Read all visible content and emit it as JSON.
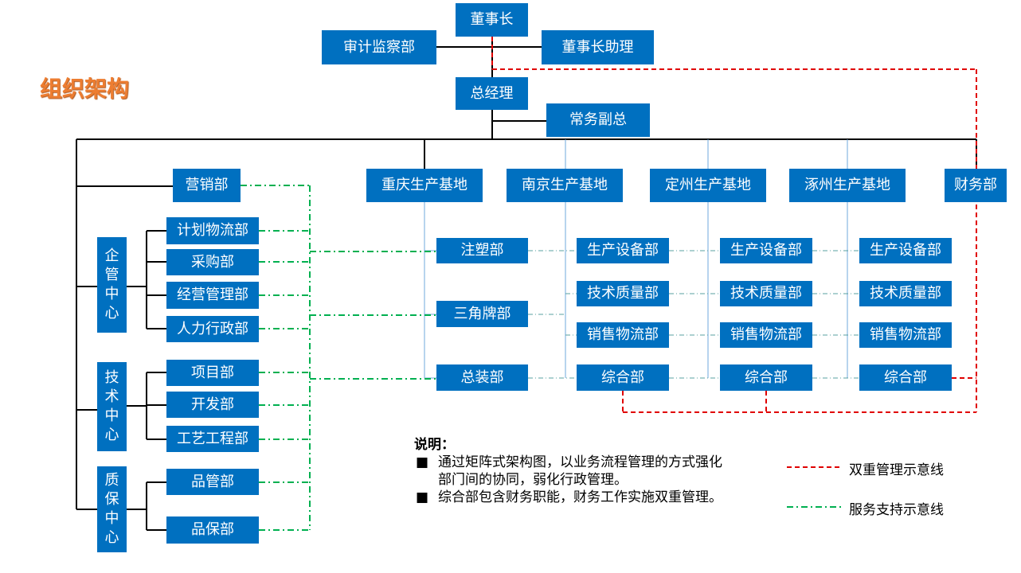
{
  "title": "组织架构",
  "boxes": {
    "chairman": "董事长",
    "audit": "审计监察部",
    "chairman_assistant": "董事长助理",
    "gm": "总经理",
    "vice_gm": "常务副总",
    "marketing": "营销部",
    "chongqing": "重庆生产基地",
    "nanjing": "南京生产基地",
    "dingzhou": "定州生产基地",
    "zhuozhou": "涿州生产基地",
    "finance": "财务部",
    "ent_center": [
      "企",
      "管",
      "中",
      "心"
    ],
    "tech_center": [
      "技",
      "术",
      "中",
      "心"
    ],
    "qa_center": [
      "质",
      "保",
      "中",
      "心"
    ],
    "plan_logistics": "计划物流部",
    "purchasing": "采购部",
    "business_mgmt": "经营管理部",
    "hr_admin": "人力行政部",
    "project": "项目部",
    "development": "开发部",
    "process_eng": "工艺工程部",
    "quality_mgmt": "品管部",
    "quality_assure": "品保部",
    "cq_injection": "注塑部",
    "cq_triangle": "三角牌部",
    "cq_assembly": "总装部",
    "nj_equipment": "生产设备部",
    "nj_tech_quality": "技术质量部",
    "nj_sales_logistics": "销售物流部",
    "nj_general": "综合部",
    "dz_equipment": "生产设备部",
    "dz_tech_quality": "技术质量部",
    "dz_sales_logistics": "销售物流部",
    "dz_general": "综合部",
    "zz_equipment": "生产设备部",
    "zz_tech_quality": "技术质量部",
    "zz_sales_logistics": "销售物流部",
    "zz_general": "综合部"
  },
  "notes": {
    "heading": "说明：",
    "bullet": "■",
    "line1a": "通过矩阵式架构图，以业务流程管理的方式强化",
    "line1b": "部门间的协同，弱化行政管理。",
    "line2": "综合部包含财务职能，财务工作实施双重管理。"
  },
  "legend": {
    "dual": "双重管理示意线",
    "service": "服务支持示意线"
  },
  "colors": {
    "box": "#0070c0",
    "title": "#ed7d31",
    "dual_line": "#e00000",
    "service_line": "#00b050",
    "thin_line": "#6fa8dc"
  }
}
